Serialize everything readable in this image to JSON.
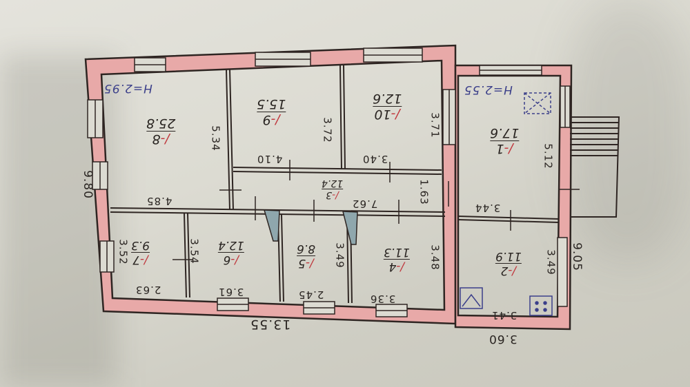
{
  "plan": {
    "heights": {
      "main": "H=2.95",
      "annex": "H=2.55"
    },
    "rooms": [
      {
        "num": "8",
        "area": "25.8"
      },
      {
        "num": "9",
        "area": "15.5"
      },
      {
        "num": "10",
        "area": "12.6"
      },
      {
        "num": "3",
        "area": "12.4"
      },
      {
        "num": "7",
        "area": "9.3"
      },
      {
        "num": "6",
        "area": "12.4"
      },
      {
        "num": "5",
        "area": "8.6"
      },
      {
        "num": "4",
        "area": "11.3"
      },
      {
        "num": "1",
        "area": "17.6"
      },
      {
        "num": "2",
        "area": "11.9"
      }
    ],
    "room_prefix": "/-",
    "dimensions": {
      "r8_h": "5.34",
      "r8_w": "4.85",
      "r9_h": "3.72",
      "r9_w": "4.10",
      "r10_h": "3.71",
      "r10_w": "3.40",
      "r3_w": "7.62",
      "r3_h": "1.63",
      "r7_h": "3.52",
      "r7_w": "2.63",
      "r6_h": "3.54",
      "r6_w": "3.61",
      "r5_h": "3.49",
      "r5_w": "2.45",
      "r4_h": "3.48",
      "r4_w": "3.36",
      "r1_h": "5.12",
      "r1_w": "3.44",
      "r2_h": "3.49",
      "r2_w": "3.41",
      "overall_left": "9.80",
      "overall_bottom": "13.55",
      "overall_right": "9.05",
      "annex_bottom": "3.60"
    }
  },
  "colors": {
    "wall": "#e8a9a8",
    "line": "#2e2522",
    "paper": "#dcdbd2",
    "door": "#8fa7ad",
    "ink": "#3b3f8a"
  }
}
